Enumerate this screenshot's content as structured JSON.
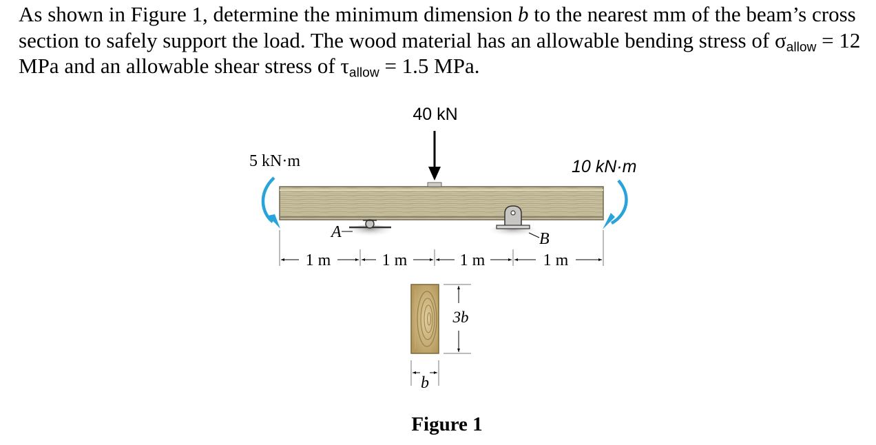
{
  "problem": {
    "part1": "As shown in Figure 1, determine the minimum dimension ",
    "var_b": "b",
    "part2": " to the nearest mm of the beam’s cross section to safely support the load. The wood material has an allowable bending stress of ",
    "sigma": "σ",
    "allow_sub": "allow",
    "part3": " = 12 MPa and an allowable shear stress of ",
    "tau": "τ",
    "part4": " = 1.5 MPa."
  },
  "diagram": {
    "load_label": "40 kN",
    "moment_left_label": "5 kN·m",
    "moment_right_label": "10 kN·m",
    "support_a_label": "A",
    "support_b_label": "B",
    "spans": [
      "1 m",
      "1 m",
      "1 m",
      "1 m"
    ],
    "height_label": "3b",
    "width_label": "b",
    "figure_caption": "Figure 1"
  },
  "colors": {
    "moment_arrow": "#29a3d9",
    "wood_light": "#c9c19e",
    "wood_dark": "#8a8165",
    "pin": "#c8c6c2"
  }
}
